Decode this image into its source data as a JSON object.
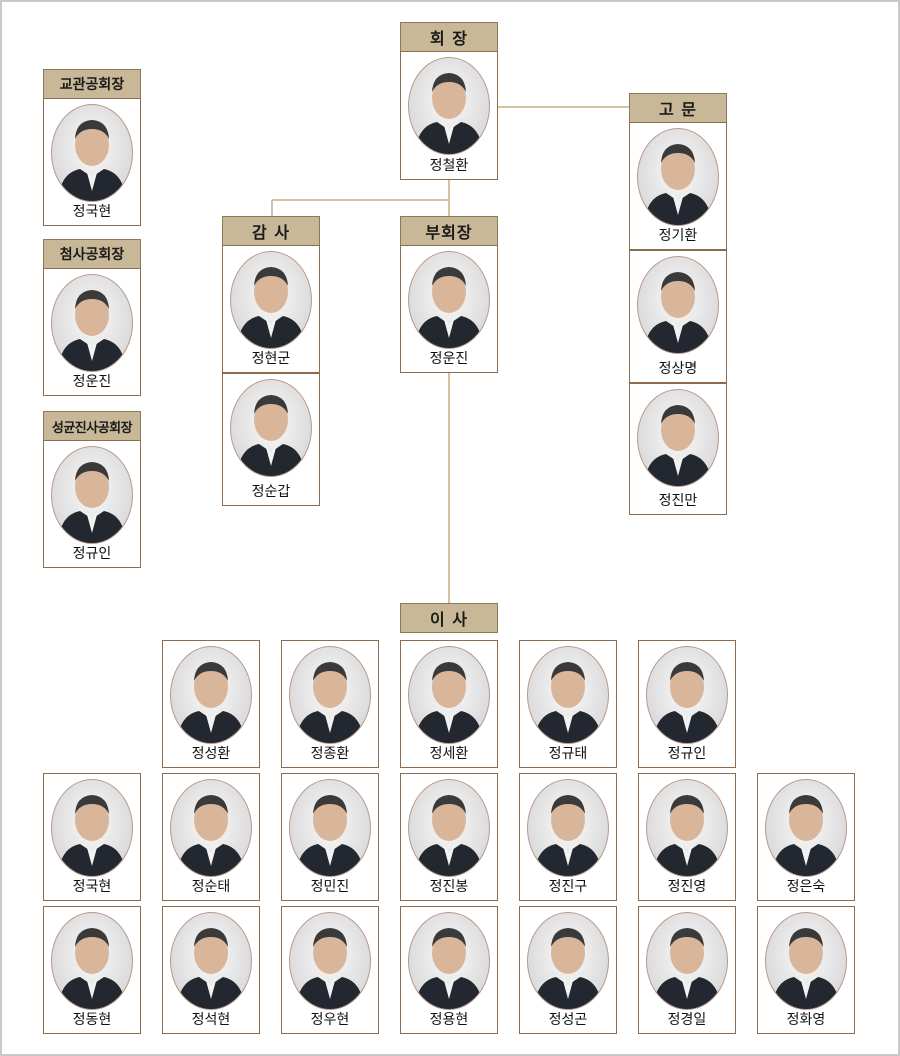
{
  "roles": {
    "chairman": "회 장",
    "advisor": "고 문",
    "auditor": "감 사",
    "vice_chairman": "부회장",
    "directors": "이 사",
    "gyogwan": "교관공회장",
    "chamsa": "첨사공회장",
    "seonggyun": "성균진사공회장"
  },
  "people": {
    "chairman": "정철환",
    "vice_chairman": "정운진",
    "auditors": [
      "정현군",
      "정순갑"
    ],
    "advisors": [
      "정기환",
      "정상명",
      "정진만"
    ],
    "gyogwan": "정국현",
    "chamsa": "정운진",
    "seonggyun": "정규인",
    "directors_row1": [
      "정성환",
      "정종환",
      "정세환",
      "정규태",
      "정규인"
    ],
    "directors_row2": [
      "정국현",
      "정순태",
      "정민진",
      "정진봉",
      "정진구",
      "정진영",
      "정은숙"
    ],
    "directors_row3": [
      "정동현",
      "정석현",
      "정우현",
      "정용현",
      "정성곤",
      "정경일",
      "정화영"
    ]
  },
  "colors": {
    "header_bg": "#c8b898",
    "card_border": "#8b6c4e",
    "connector": "#c8ad80"
  }
}
